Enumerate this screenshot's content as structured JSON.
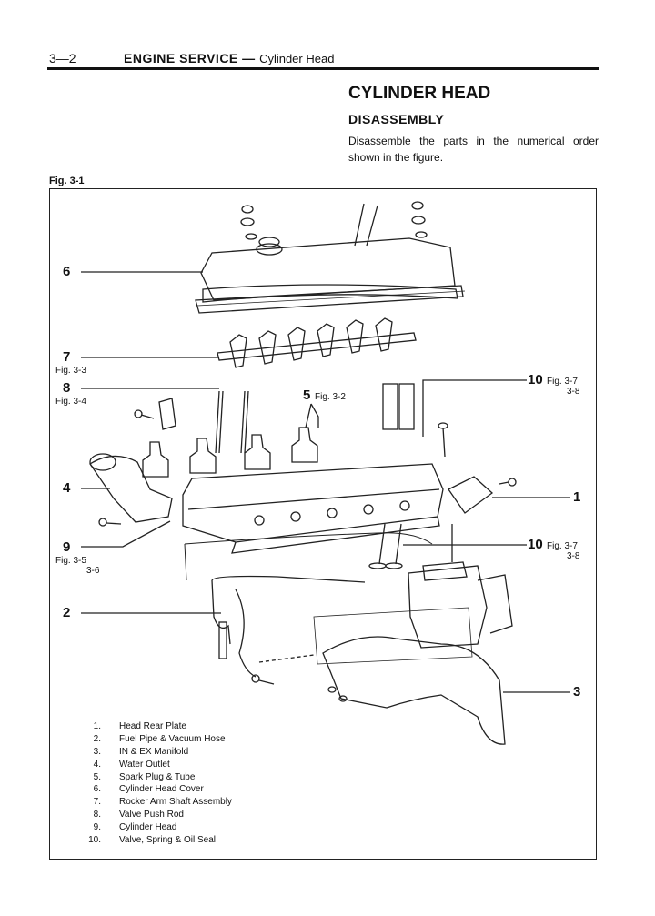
{
  "header": {
    "page_number": "3—2",
    "section": "ENGINE SERVICE",
    "dash": "—",
    "subsection": "Cylinder Head"
  },
  "title": "CYLINDER HEAD",
  "subtitle": "DISASSEMBLY",
  "intro": "Disassemble the parts in the numerical order shown in the figure.",
  "figure": {
    "label": "Fig. 3-1",
    "callouts": [
      {
        "num": "6"
      },
      {
        "num": "7",
        "ref": "Fig. 3-3"
      },
      {
        "num": "8",
        "ref": "Fig. 3-4"
      },
      {
        "num": "5",
        "ref": "Fig. 3-2"
      },
      {
        "num": "10",
        "ref": "Fig. 3-7",
        "ref2": "3-8"
      },
      {
        "num": "4"
      },
      {
        "num": "1"
      },
      {
        "num": "9",
        "ref": "Fig. 3-5",
        "ref2": "3-6"
      },
      {
        "num": "10",
        "ref": "Fig. 3-7",
        "ref2": "3-8"
      },
      {
        "num": "2"
      },
      {
        "num": "3"
      }
    ]
  },
  "legend": [
    {
      "num": "1.",
      "text": "Head Rear Plate"
    },
    {
      "num": "2.",
      "text": "Fuel Pipe & Vacuum Hose"
    },
    {
      "num": "3.",
      "text": "IN & EX Manifold"
    },
    {
      "num": "4.",
      "text": "Water Outlet"
    },
    {
      "num": "5.",
      "text": "Spark Plug & Tube"
    },
    {
      "num": "6.",
      "text": "Cylinder Head Cover"
    },
    {
      "num": "7.",
      "text": "Rocker Arm Shaft Assembly"
    },
    {
      "num": "8.",
      "text": "Valve Push Rod"
    },
    {
      "num": "9.",
      "text": "Cylinder Head"
    },
    {
      "num": "10.",
      "text": "Valve, Spring & Oil Seal"
    }
  ]
}
